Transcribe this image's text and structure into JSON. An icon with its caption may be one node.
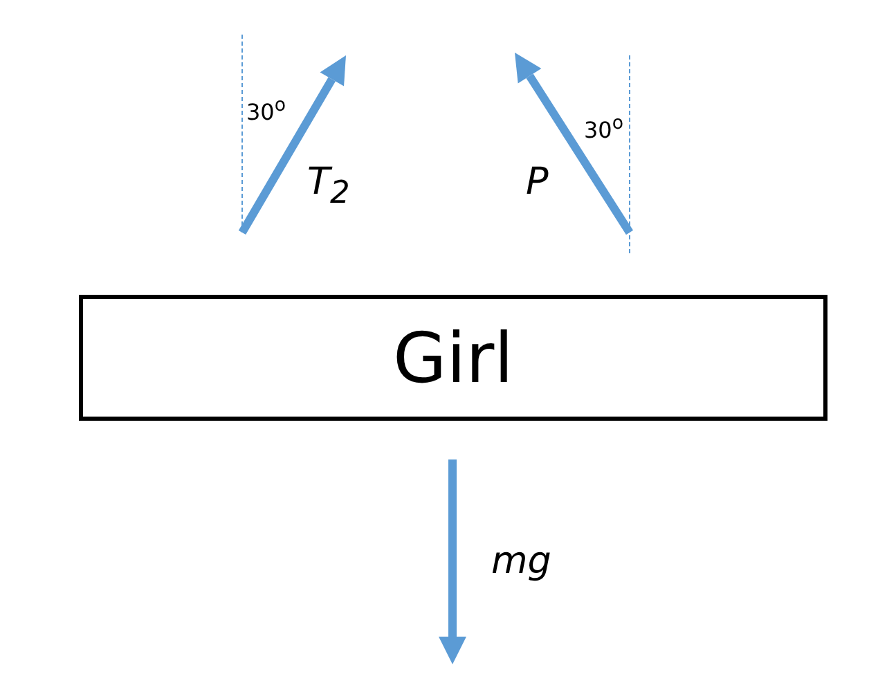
{
  "diagram": {
    "nodes": [
      {
        "text": [
          "Girl"
        ]
      }
    ],
    "labels": [
      "30$^{o}$",
      "T$_{2}$",
      "P",
      "30$^{o}$",
      "mg"
    ]
  }
}
